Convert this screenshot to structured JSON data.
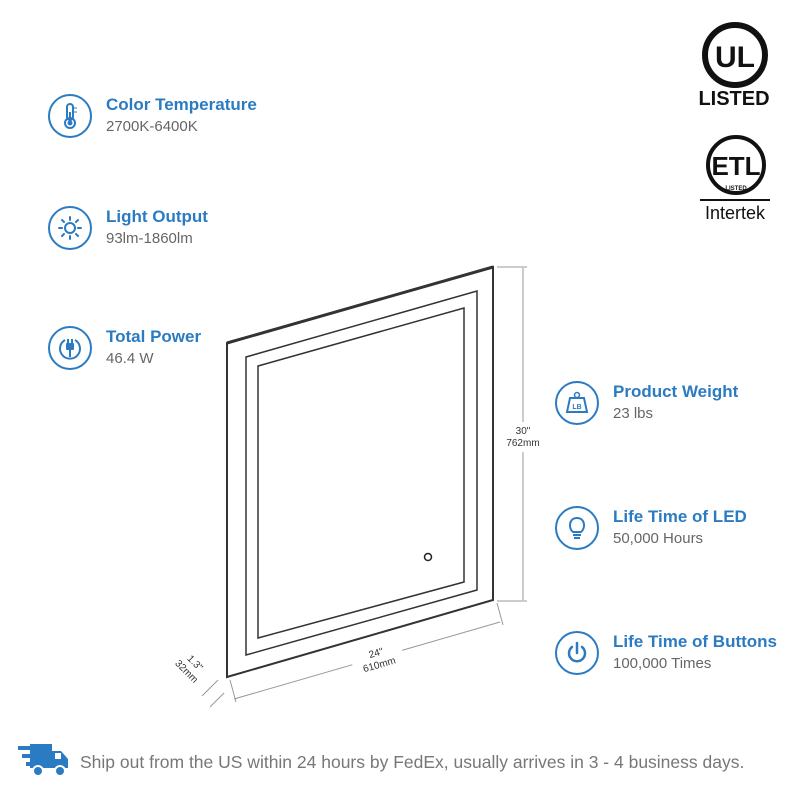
{
  "specs": [
    {
      "title": "Color Temperature",
      "value": "2700K-6400K",
      "icon": "thermometer-icon"
    },
    {
      "title": "Light Output",
      "value": "93lm-1860lm",
      "icon": "sun-icon"
    },
    {
      "title": "Total Power",
      "value": "46.4 W",
      "icon": "plug-icon"
    },
    {
      "title": "Product Weight",
      "value": "23 lbs",
      "icon": "weight-icon"
    },
    {
      "title": "Life Time of LED",
      "value": "50,000 Hours",
      "icon": "lightbulb-icon"
    },
    {
      "title": "Life Time of Buttons",
      "value": "100,000 Times",
      "icon": "power-icon"
    }
  ],
  "weight_badge": "LB",
  "dimensions": {
    "height_in": "30\"",
    "height_mm": "762mm",
    "width_in": "24\"",
    "width_mm": "610mm",
    "depth_in": "1.3\"",
    "depth_mm": "32mm"
  },
  "certifications": {
    "ul": "UL",
    "ul_listed": "LISTED",
    "etl": "ETL",
    "etl_listed": "LISTED",
    "intertek": "Intertek"
  },
  "footer": "Ship out from the US within 24 hours by FedEx, usually arrives in 3 - 4 business days.",
  "accent": "#2b7bc2"
}
